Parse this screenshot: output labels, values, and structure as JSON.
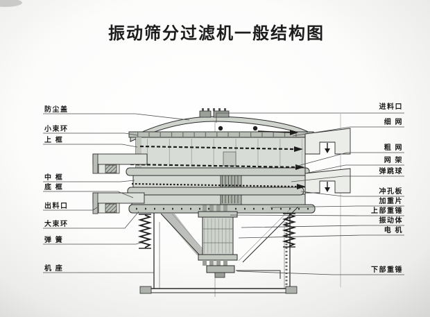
{
  "title": "振动筛分过滤机一般结构图",
  "diagram_type": "technical cross-section of a vibrating sieve filter machine",
  "colors": {
    "background_center": "#ffffff",
    "background_edge": "#d7d7d5",
    "outline": "#2b2b2b",
    "machine_light": "#d8dcd6",
    "machine_mid": "#c2c7c0",
    "machine_dark": "#8e938c",
    "leader_line": "#4c4c4c",
    "label_text": "#1a1a1a"
  },
  "labels_left": [
    {
      "text": "防尘盖"
    },
    {
      "text": "小束环"
    },
    {
      "text": "上 框"
    },
    {
      "text": "中 框"
    },
    {
      "text": "底 框"
    },
    {
      "text": "出料口"
    },
    {
      "text": "大束环"
    },
    {
      "text": "弹 簧"
    },
    {
      "text": "机 座"
    }
  ],
  "labels_right": [
    {
      "text": "进料口"
    },
    {
      "text": "细 网"
    },
    {
      "text": "粗 网"
    },
    {
      "text": "网 架"
    },
    {
      "text": "弹跳球"
    },
    {
      "text": "冲孔板"
    },
    {
      "text": "加重片"
    },
    {
      "text": "上部重锤"
    },
    {
      "text": "振动体"
    },
    {
      "text": "电 机"
    },
    {
      "text": "下部重锤"
    }
  ]
}
